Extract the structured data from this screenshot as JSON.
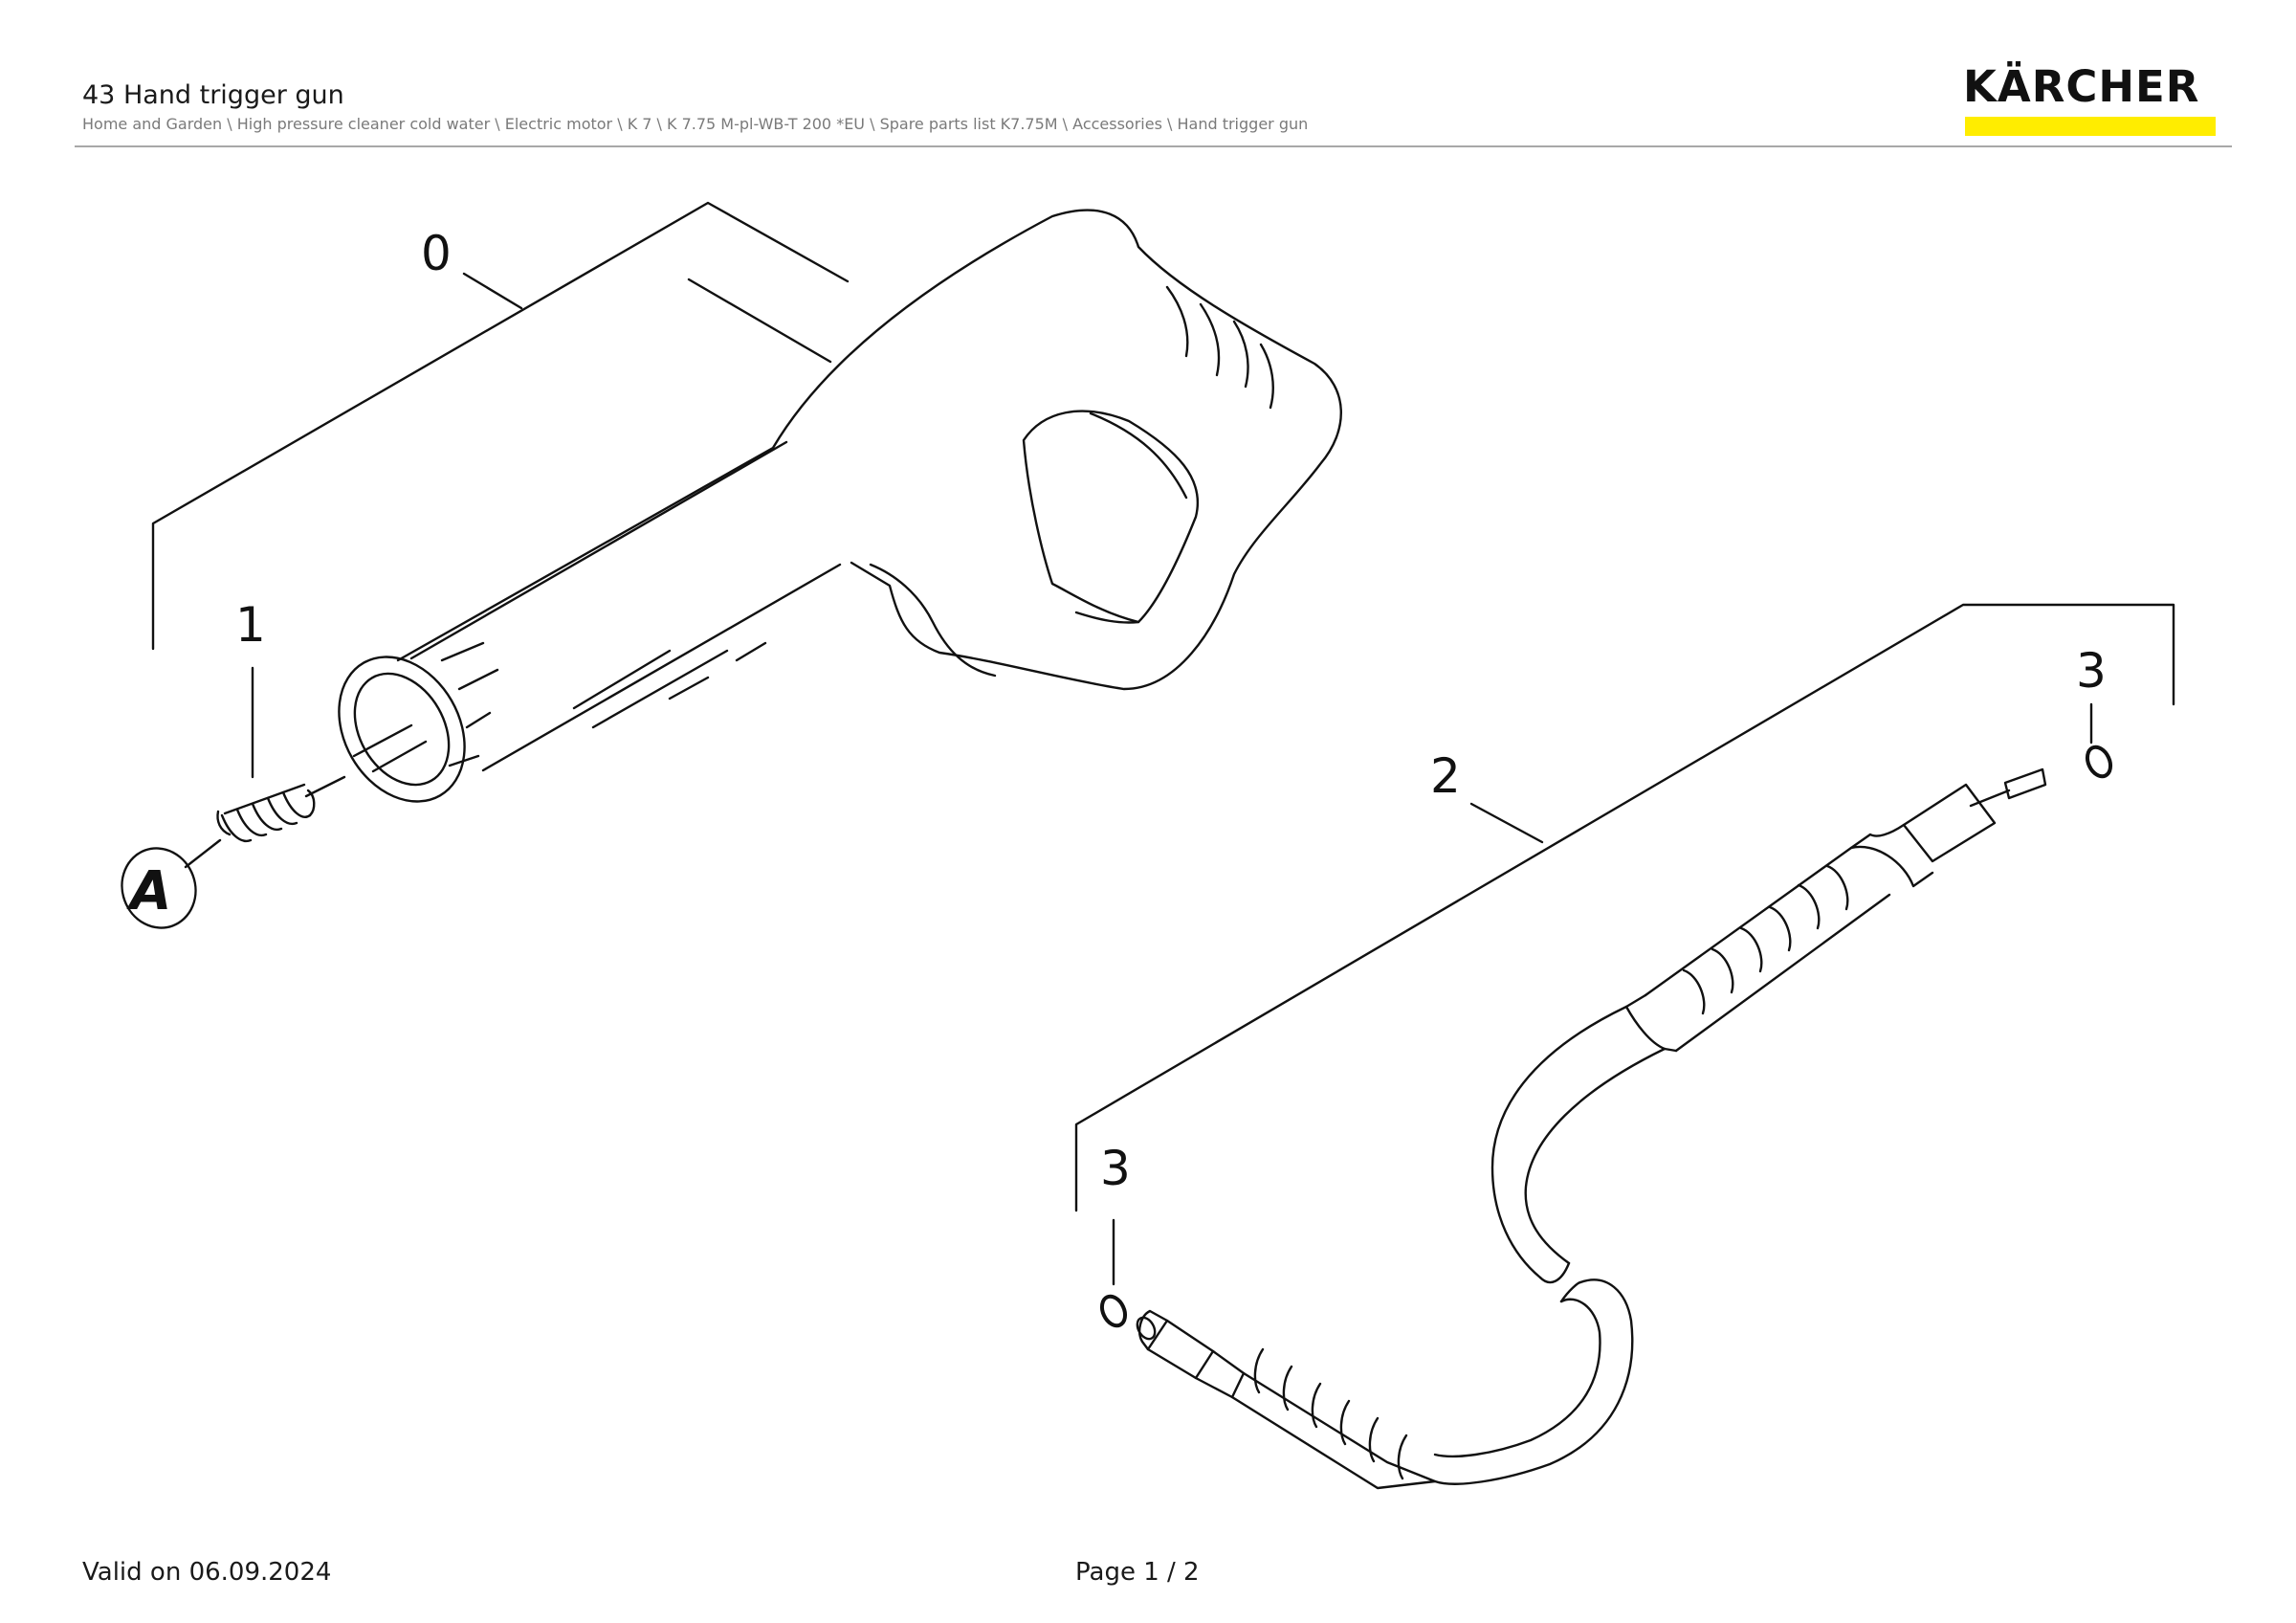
{
  "header": {
    "title": "43 Hand trigger gun",
    "breadcrumb": "Home and Garden \\ High pressure cleaner cold water \\ Electric motor \\ K 7 \\ K 7.75 M-pl-WB-T 200 *EU \\ Spare parts list K7.75M \\ Accessories \\ Hand trigger gun"
  },
  "brand": {
    "name": "KÄRCHER",
    "bar_color": "#ffed00"
  },
  "diagram": {
    "callouts": {
      "gun": "0",
      "spring": "1",
      "hose": "2",
      "oring_right": "3",
      "oring_left": "3",
      "detail": "A"
    }
  },
  "footer": {
    "valid": "Valid on 06.09.2024",
    "page": "Page 1 / 2"
  }
}
